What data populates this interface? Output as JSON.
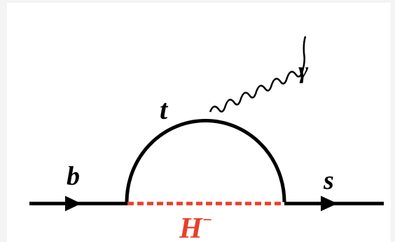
{
  "diagram": {
    "particles": {
      "incoming": "b",
      "outgoing": "s",
      "loop": "t",
      "photon": "γ",
      "boson": "H",
      "boson_charge": "−"
    },
    "colors": {
      "line": "#000000",
      "boson": "#e8402a",
      "background": "#ffffff",
      "margin": "#f4f4f4"
    }
  }
}
